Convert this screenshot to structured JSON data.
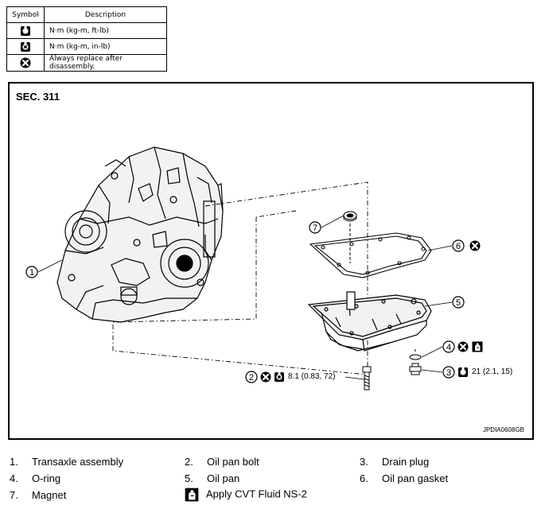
{
  "symbol_table": {
    "header_symbol": "Symbol",
    "header_description": "Description",
    "rows": [
      {
        "icon": "torque-wrench-icon",
        "description": "N·m (kg-m, ft-lb)"
      },
      {
        "icon": "torque-wrench-small-icon",
        "description": "N·m (kg-m, in-lb)"
      },
      {
        "icon": "always-replace-icon",
        "description": "Always replace after disassembly."
      }
    ]
  },
  "figure": {
    "section": "SEC. 311",
    "figure_id": "JPDIA0608GB",
    "torque_oil_pan_bolt": "8.1 (0.83, 72)",
    "torque_drain_plug": "21 (2.1, 15)",
    "callouts": [
      "1",
      "2",
      "3",
      "4",
      "5",
      "6",
      "7"
    ]
  },
  "parts": [
    {
      "num": "1.",
      "name": "Transaxle assembly"
    },
    {
      "num": "2.",
      "name": "Oil pan bolt"
    },
    {
      "num": "3.",
      "name": "Drain plug"
    },
    {
      "num": "4.",
      "name": "O-ring"
    },
    {
      "num": "5.",
      "name": "Oil pan"
    },
    {
      "num": "6.",
      "name": "Oil pan gasket"
    },
    {
      "num": "7.",
      "name": "Magnet"
    }
  ],
  "apply_note": {
    "icon": "fluid-bottle-icon",
    "text": "Apply CVT Fluid NS-2"
  },
  "colors": {
    "line": "#000000",
    "background": "#ffffff"
  }
}
